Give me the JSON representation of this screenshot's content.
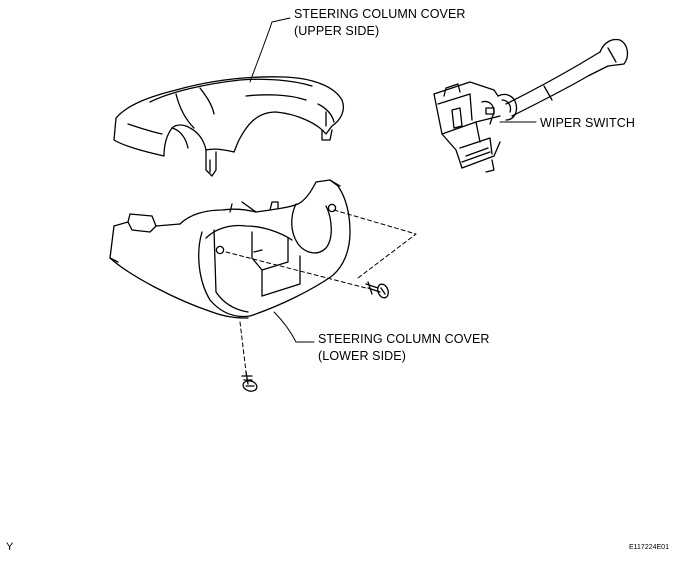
{
  "labels": {
    "upper_cover": {
      "line1": "STEERING COLUMN COVER",
      "line2": "(UPPER SIDE)"
    },
    "lower_cover": {
      "line1": "STEERING COLUMN COVER",
      "line2": "(LOWER SIDE)"
    },
    "wiper_switch": "WIPER SWITCH"
  },
  "corner_marks": {
    "left": "Y",
    "right": "E117224E01"
  }
}
